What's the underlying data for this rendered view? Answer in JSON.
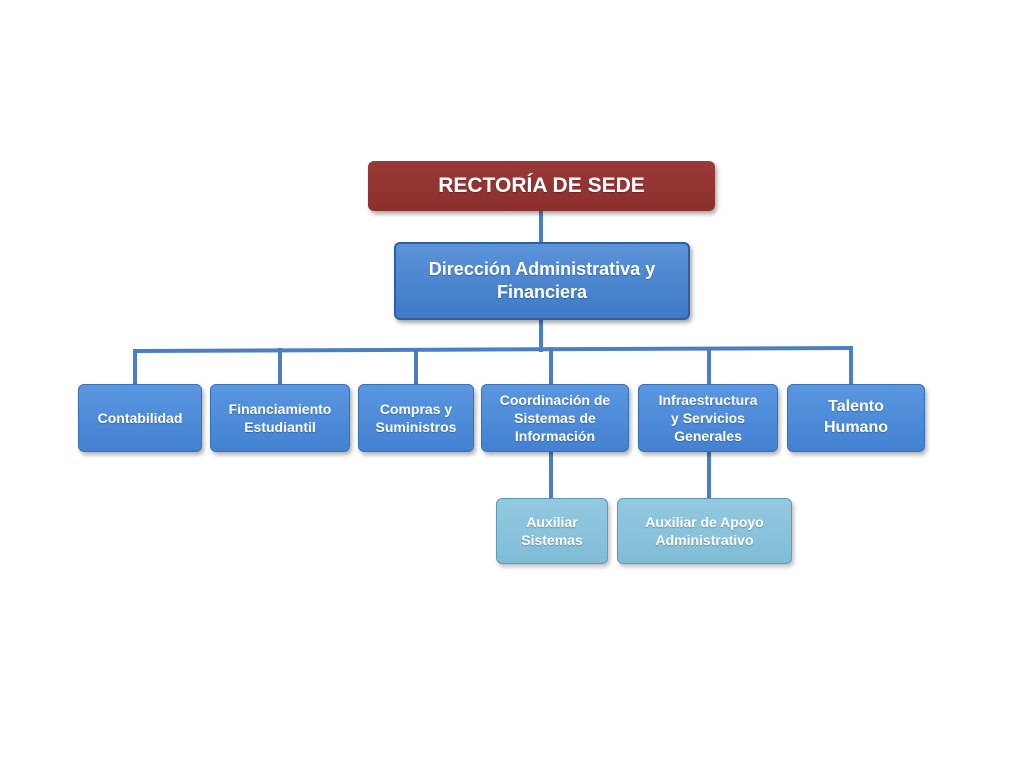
{
  "root": {
    "label": "RECTORÍA DE SEDE",
    "color": "#8b2f2d"
  },
  "director": {
    "label": "Dirección Administrativa y\nFinanciera",
    "color": "#4a86cf"
  },
  "departments": [
    {
      "label": "Contabilidad"
    },
    {
      "label": "Financiamiento\nEstudiantil"
    },
    {
      "label": "Compras y\nSuministros"
    },
    {
      "label": "Coordinación de\nSistemas de\nInformación"
    },
    {
      "label": "Infraestructura\ny Servicios\nGenerales"
    },
    {
      "label": "Talento\nHumano"
    }
  ],
  "auxiliaries": [
    {
      "label": "Auxiliar\nSistemas"
    },
    {
      "label": "Auxiliar de Apoyo\nAdministrativo"
    }
  ],
  "colors": {
    "department": "#4a8ad7",
    "auxiliary": "#88c1da",
    "connector": "#4a7fc1"
  }
}
